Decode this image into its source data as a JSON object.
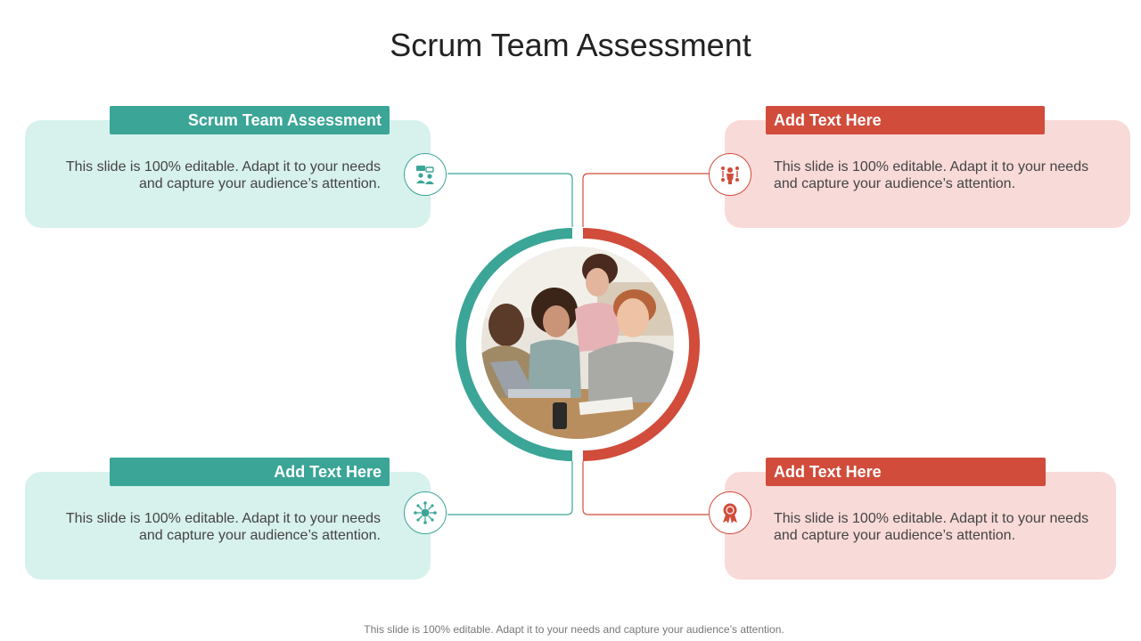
{
  "slide": {
    "title": "Scrum Team Assessment",
    "footer": "This slide is 100% editable. Adapt it to your needs and capture your audience’s attention."
  },
  "colors": {
    "teal": "#3ba597",
    "teal_light": "#d7f1ec",
    "red": "#d14c3b",
    "red_light": "#f8dad8"
  },
  "cards": [
    {
      "heading": "Scrum Team Assessment",
      "line1": "This slide is 100% editable. Adapt it to your needs",
      "line2": "and capture your audience’s attention.",
      "icon": "team-meeting-icon"
    },
    {
      "heading": "Add Text Here",
      "line1": "This slide is 100% editable. Adapt it to your needs",
      "line2": "and capture your audience’s attention.",
      "icon": "team-structure-icon"
    },
    {
      "heading": "Add Text Here",
      "line1": "This slide is 100% editable. Adapt it to your needs",
      "line2": "and capture your audience’s attention.",
      "icon": "network-idea-icon"
    },
    {
      "heading": "Add Text Here",
      "line1": "This slide is 100% editable. Adapt it to your needs",
      "line2": "and capture your audience’s attention.",
      "icon": "award-badge-icon"
    }
  ],
  "center_image": "team-collaboration-photo"
}
